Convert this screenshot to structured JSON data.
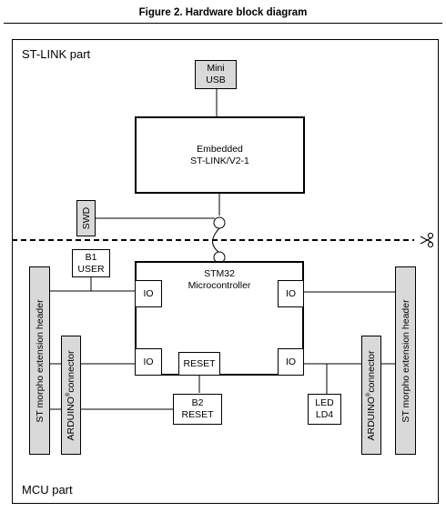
{
  "figure_title": "Figure 2. Hardware block diagram",
  "sections": {
    "stlink": "ST-LINK part",
    "mcu": "MCU part"
  },
  "blocks": {
    "mini_usb": "Mini\nUSB",
    "stlink_chip": "Embedded\nST-LINK/V2-1",
    "swd": "SWD",
    "b1_user": "B1\nUSER",
    "stm32": "STM32\nMicrocontroller",
    "io": "IO",
    "reset": "RESET",
    "b2_reset": "B2\nRESET",
    "led": "LED\nLD4",
    "morpho_header": "ST morpho extension header",
    "arduino": "ARDUINO",
    "arduino_mark": "®",
    "arduino_suffix": "connector"
  },
  "colors": {
    "fill_grey": "#d9d9d9",
    "line": "#000000"
  },
  "icons": {
    "cut_marker": "scissors-icon"
  }
}
